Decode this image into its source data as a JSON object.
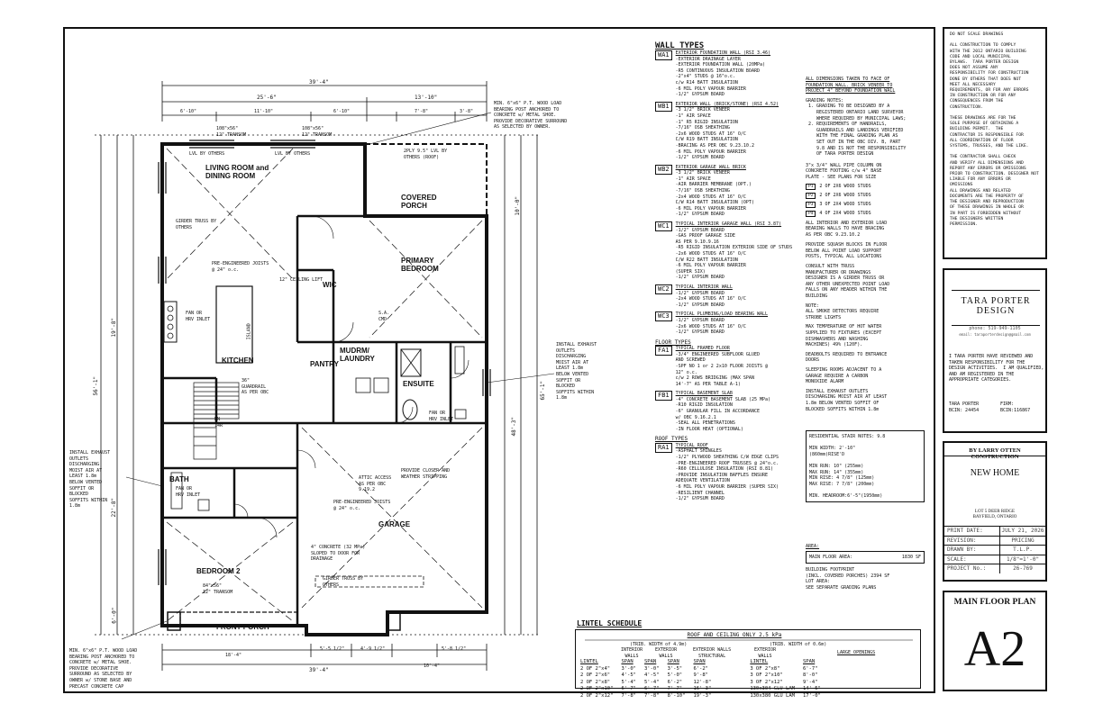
{
  "legend": {
    "wall_types_title": "WALL TYPES",
    "walls": [
      {
        "tag": "WA1",
        "title": "EXTERIOR FOUNDATION WALL (RSI 3.46)",
        "lines": [
          "-EXTERIOR DRAINAGE LAYER",
          "-EXTERIOR FOUNDATION WALL (20MPa)",
          "-R5 CONTINUOUS INSULATION BOARD",
          "-2\"x4\" STUDS @ 16\"o.c.",
          "c/w R14 BATT INSULATION",
          "-6 MIL POLY VAPOUR BARRIER",
          "-1/2\" GYPSUM BOARD"
        ]
      },
      {
        "tag": "WB1",
        "title": "EXTERIOR WALL (BRICK/STONE) (RSI 4.52)",
        "lines": [
          "-3 1/2\" BRICK VENEER",
          "-1\" AIR SPACE",
          "-1\" R5 RIGID INSULATION",
          "-7/16\" OSB SHEATHING",
          "-2x6 WOOD STUDS AT 16\" O/C",
          "C/W R19 BATT INSULATION",
          "-BRACING AS PER OBC 9.23.10.2",
          "-6 MIL POLY VAPOUR BARRIER",
          "-1/2\" GYPSUM BOARD"
        ]
      },
      {
        "tag": "WB2",
        "title": "EXTERIOR GARAGE WALL BRICK",
        "lines": [
          "-3 1/2\" BRICK VENEER",
          "-1\" AIR SPACE",
          "-AIR BARRIER MEMBRANE (OPT.)",
          "-7/16\" OSB SHEATHING",
          "-2x4 WOOD STUDS AT 16\" O/C",
          "C/W R14 BATT INSULATION (OPT)",
          "-6 MIL POLY VAPOUR BARRIER",
          "-1/2\" GYPSUM BOARD"
        ]
      },
      {
        "tag": "WC1",
        "title": "TYPICAL INTERIOR GARAGE WALL (RSI 3.87)",
        "lines": [
          "-1/2\" GYPSUM BOARD",
          "-GAS PROOF GARAGE SIDE",
          "AS PER 9.10.9.16",
          "-R5 RIGID INSULATION EXTERIOR SIDE OF STUDS",
          "-2x6 WOOD STUDS AT 16\" O/C",
          "C/W R22 BATT INSULATION",
          "-6 MIL POLY VAPOUR BARRIER",
          "(SUPER SIX)",
          "-1/2\" GYPSUM BOARD"
        ]
      },
      {
        "tag": "WC2",
        "title": "TYPICAL INTERIOR WALL",
        "lines": [
          "-1/2\" GYPSUM BOARD",
          "-2x4 WOOD STUDS AT 16\" O/C",
          "-1/2\" GYPSUM BOARD"
        ]
      },
      {
        "tag": "WC3",
        "title": "TYPICAL PLUMBING/LOAD BEARING WALL",
        "lines": [
          "-1/2\" GYPSUM BOARD",
          "-2x6 WOOD STUDS AT 16\" O/C",
          "-1/2\" GYPSUM BOARD"
        ]
      }
    ],
    "floor_types_title": "FLOOR TYPES",
    "floors": [
      {
        "tag": "FA1",
        "title": "TYPICAL FRAMED FLOOR",
        "lines": [
          "-3/4\" ENGINEERED SUBFLOOR GLUED",
          "AND SCREWED",
          "-SPF NO 1 or 2 2x10 FLOOR JOISTS @",
          "12\" o.c.",
          "c/w 2 ROWS BRIDGING (MAX SPAN",
          "14'-7\" AS PER TABLE A-1)"
        ]
      },
      {
        "tag": "FB1",
        "title": "TYPICAL BASEMENT SLAB",
        "lines": [
          "-4\" CONCRETE BASEMENT SLAB (25 MPa)",
          "-R10 RIGID INSULATION",
          "-6\" GRANULAR FILL IN ACCORDANCE",
          "w/ OBC 9.16.2.1",
          "-SEAL ALL PENETRATIONS",
          "-IN FLOOR HEAT (OPTIONAL)"
        ]
      }
    ],
    "roof_types_title": "ROOF TYPES",
    "roofs": [
      {
        "tag": "RA1",
        "title": "TYPICAL ROOF",
        "lines": [
          "-ASPHALT SHINGLES",
          "-1/2\" PLYWOOD SHEATHING C/W EDGE CLIPS",
          "-PRE-ENGINEERED ROOF TRUSSES @ 24\"o.c.",
          "-R60 CELLULOSE INSULATION (RSI 8.81)",
          "-PROVIDE INSULATION BAFFLES ENSURE",
          "ADEQUATE VENTILATION",
          "-6 MIL POLY VAPOUR BARRIER (SUPER SIX)",
          "-RESILIENT CHANNEL",
          "-1/2\" GYPSUM BOARD"
        ]
      }
    ]
  },
  "notes": {
    "dims": "ALL DIMENSIONS TAKEN TO FACE OF\nFOUNDATION WALL. BRICK VENEER TO\nPROJECT 4\" BEYOND FOUNDATION WALL",
    "grading": "GRADING NOTES:\n 1. GRADING TO BE DESIGNED BY A\n    REGISTERED ONTARIO LAND SURVEYOR\n    WHERE REQUIRED BY MUNICIPAL LAWS;\n 2. REQUIREMENTS OF HANDRAILS,\n    GUARDRAILS AND LANDINGS VERIFIED\n    WITH THE FINAL GRADING PLAN AS\n    SET OUT IN THE OBC DIV. B, PART\n    9.8 AND IS NOT THE RESPONSIBILITY\n    OF TARA PORTER DESIGN",
    "column": "3\"x 3/4\" WALL PIPE COLUMN ON\nCONCRETE FOOTING c/w 4\" BASE\nPLATE - SEE PLANS FOR SIZE",
    "studs": [
      "2 OF 2X6 WOOD STUDS",
      "2 OF 2X6 WOOD STUDS",
      "3 OF 2X4 WOOD STUDS",
      "4 OF 2X4 WOOD STUDS"
    ],
    "bracing": "ALL INTERIOR AND EXTERIOR LOAD\nBEARING WALLS TO HAVE BRACING\nAS PER OBC 9.23.10.2",
    "blocks": "PROVIDE SQUASH BLOCKS IN FLOOR\nBELOW ALL POINT LOAD SUPPORT\nPOSTS, TYPICAL ALL LOCATIONS",
    "truss": "CONSULT WITH TRUSS\nMANUFACTURER OR DRAWINGS\nDESIGNER IS A GIRDER TRUSS OR\nANY OTHER UNEXPECTED POINT LOAD\nFALLS ON ANY HEADER WITHIN THE\nBUILDING",
    "smoke": "NOTE:\nALL SMOKE DETECTORS REQUIRE\nSTROBE LIGHTS",
    "hotwater": "MAX TEMPERATURE OF HOT WATER\nSUPPLIED TO FIXTURES (EXCEPT\nDISHWASHERS AND WASHING\nMACHINES) 49% (120F).",
    "deadbolts": "DEADBOLTS REQUIRED TO ENTRANCE\nDOORS",
    "co": "SLEEPING ROOMS ADJACENT TO A\nGARAGE REQUIRE A CARBON\nMONOXIDE ALARM",
    "exhaust": "INSTALL EXHAUST OUTLETS\nDISCHARGING MOIST AIR AT LEAST\n1.8m BELOW VENTED SOFFIT OF\nBLOCKED SOFFITS WITHIN 1.8m"
  },
  "stairs": "RESIDENTIAL STAIR NOTES: 9.8\n\nMIN WIDTH: 2'-10\"\n(860mm)RISE'D\n\nMIN RUN: 10\" (255mm)\nMAX RUN: 14\" (355mm)\nMIN RISE: 4 7/8\" (125mm)\nMAX RISE: 7 7/8\" (200mm)\n\nMIN. HEADROOM:6'-5\"(1950mm)",
  "area": {
    "title": "AREA:",
    "main_label": "MAIN FLOOR AREA:",
    "main_value": "1830 SF",
    "footprint": "BUILDING FOOTPRINT\n(INCL. COVERED PORCHES) 2394 SF\nLOT AREA:\nSEE SEPARATE GRADING PLANS"
  },
  "lintel": {
    "title": "LINTEL SCHEDULE",
    "roof_title": "ROOF AND CEILING ONLY 2.5 kPa",
    "trib1": "(TRIB. WIDTH of 4.9m)",
    "trib2": "(TRIB. WIDTH of 0.6m)",
    "col_heads": [
      "INTERIOR\nWALLS",
      "EXTERIOR\nWALLS",
      "EXTERIOR WALLS\nSTRUCTURAL",
      "EXTERIOR\nWALLS"
    ],
    "large": "LARGE OPENINGS",
    "sub": [
      "LINTEL",
      "SPAN",
      "SPAN",
      "SPAN",
      "SPAN",
      "LINTEL",
      "SPAN"
    ],
    "rows": [
      [
        "2 OF 2\"x4\"",
        "3'-0\"",
        "3'-0\"",
        "3'-5\"",
        "6'-2\"",
        "3 OF 2\"x8\"",
        "6'-7\""
      ],
      [
        "2 OF 2\"x6\"",
        "4'-5\"",
        "4'-5\"",
        "5'-0\"",
        "9'-8\"",
        "3 OF 2\"x10\"",
        "8'-0\""
      ],
      [
        "2 OF 2\"x8\"",
        "5'-4\"",
        "5'-4\"",
        "6'-2\"",
        "12'-8\"",
        "3 OF 2\"x12\"",
        "9'-4\""
      ],
      [
        "2 OF 2\"x10\"",
        "6'-7\"",
        "6'-7\"",
        "7'-7\"",
        "16'-3\"",
        "130x304 GLU LAM",
        "14'-5\""
      ],
      [
        "2 OF 2\"x12\"",
        "7'-8\"",
        "7'-8\"",
        "8'-10\"",
        "19'-3\"",
        "130x380 GLU LAM",
        "17'-0\""
      ]
    ]
  },
  "sidebar": {
    "disclaimer": "DO NOT SCALE DRAWINGS\n\nALL CONSTRUCTION TO COMPLY\nWITH THE 2012 ONTARIO BUILDING\nCODE AND LOCAL MUNICIPAL\nBYLAWS.  TARA PORTER DESIGN\nDOES NOT ASSUME ANY\nRESPONSIBILITY FOR CONSTRUCTION\nDONE BY OTHERS THAT DOES NOT\nMEET ALL NECESSARY\nREQUIREMENTS, OR FOR ANY ERRORS\nIN CONSTRUCTION OR FOR ANY\nCONSEQUENCES FROM THE\nCONSTRUCTION.\n\nTHESE DRAWINGS ARE FOR THE\nSOLE PURPOSE OF OBTAINING A\nBUILDING PERMIT.  THE\nCONTRACTOR IS RESPONSIBLE FOR\nALL COORDINATION OF FLOOR\nSYSTEMS, TRUSSES, AND THE LIKE.\n\nTHE CONTRACTOR SHALL CHECK\nAND VERIFY ALL DIMENSIONS AND\nREPORT ANY ERRORS OR OMISSIONS\nPRIOR TO CONSTRUCTION. DESIGNER NOT\nLIABLE FOR ANY ERRORS OR\nOMISSIONS\nALL DRAWINGS AND RELATED\nDOCUMENTS ARE THE PROPERTY OF\nTHE DESIGNER AND REPRODUCTION\nOF THESE DRAWINGS IN WHOLE OR\nIN PART IS FORBIDDEN WITHOUT\nTHE DESIGNERS WRITTEN\nPERMISSION.",
    "logo_line1": "TARA PORTER",
    "logo_line2": "DESIGN",
    "phone": "phone: 519-949-1105",
    "email": "email: taraporterdesign@gmail.com",
    "statement": "I TARA PORTER HAVE REVIEWED AND\nTAKEN RESPONSIBILITY FOR THE\nDESIGN ACTIVITIES.  I AM QUALIFIED,\nAND AM REGISTERED IN THE\nAPPROPRIATE CATEGORIES.",
    "bcin_name": "TARA PORTER\nBCIN: 24454",
    "bcin_firm": "FIRM:\nBCIN:116867",
    "builder": "BY LARRY OTTEN CONSTRUCTION",
    "project": "NEW HOME",
    "address": "LOT 5 DEER RIDGE\nBAYFIELD, ONTARIO",
    "info": [
      {
        "label": "PRINT DATE:",
        "value": "JULY 21, 2026"
      },
      {
        "label": "REVISION:",
        "value": "PRICING"
      },
      {
        "label": "DRAWN BY:",
        "value": "T.L.P."
      },
      {
        "label": "SCALE:",
        "value": "1/8\"=1'-0\""
      },
      {
        "label": "PROJECT No.:",
        "value": "26-769"
      }
    ],
    "sheet_title": "MAIN FLOOR PLAN",
    "sheet_no": "A2"
  },
  "plan": {
    "rooms": {
      "living": "LIVING ROOM and\nDINING ROOM",
      "covered": "COVERED\nPORCH",
      "primary": "PRIMARY\nBEDROOM",
      "wic": "WIC",
      "mudrm": "MUDRM/\nLAUNDRY",
      "pantry": "PANTRY",
      "kitchen": "KITCHEN",
      "ensuite": "ENSUITE",
      "bath": "BATH",
      "garage": "GARAGE",
      "bedroom2": "BEDROOM 2",
      "frontporch": "FRONT PORCH"
    },
    "dims": {
      "top_total": "39'-4\"",
      "top_a": "25'-6\"",
      "top_b": "13'-10\"",
      "top_c1": "6'-10\"",
      "top_c2": "11'-10\"",
      "top_c3": "6'-10\"",
      "top_c4": "7'-8\"",
      "top_c5": "3'-8\"",
      "bot_total": "39'-4\"",
      "bot_a": "18'-4\"",
      "bot_b": "10'-4\"",
      "bot_c": "5'-5 1/2\"",
      "bot_d": "4'-9 1/2\"",
      "bot_e": "5'-8 1/2\"",
      "left_total": "56'-1\"",
      "left_a": "19'-8\"",
      "left_b": "22'-8\"",
      "left_c": "6'-0\"",
      "right_total": "65'-1\"",
      "right_a": "48'-3\"",
      "right_b": "10'-0\""
    },
    "labels": {
      "transom1": "108\"x56\"\n12\" TRANSOM",
      "transom2": "108\"x56\"\n12\" TRANSOM",
      "lvl1": "LVL BY OTHERS",
      "lvl2": "LVL BY OTHERS",
      "lvl3": "2PLY 9.5\" LVL BY\nOTHERS (ROOF)",
      "girder1": "GIRDER TRUSS BY\nOTHERS",
      "joists1": "PRE-ENGINEERED JOISTS\n@ 24\" o.c.",
      "lift": "12\" CEILING LIFT",
      "island": "ISLAND",
      "fan1": "FAN OR\nHRV INLET",
      "fan2": "FAN OR\nHRV INLET",
      "fan3": "FAN OR\nHRV INLET",
      "guardrail": "36\"\nGUARDRAIL\nAS PER OBC",
      "attic": "ATTIC ACCESS\nAS PER OBC\n9.19.2",
      "closer": "PROVIDE CLOSER AND\nWEATHER STRIPPING",
      "joists2": "PRE-ENGINEERED JOISTS\n@ 24\" o.c.",
      "slab": "4\" CONCRETE (32 MPa)\nSLOPED TO DOOR FOR\nDRAINAGE",
      "girder2": "GIRDER TRUSS BY\nOTHERS",
      "sa": "S.A.\nCMD",
      "transom3": "84\"x56\"\n12\" TRANSOM",
      "top_note": "MIN. 6\"x6\" P.T. WOOD LOAD\nBEARING POST ANCHORED TO\nCONCRETE w/ METAL SHOE.\nPROVIDE DECORATIVE SURROUND\nAS SELECTED BY OWNER.",
      "bottom_note": "MIN. 6\"x6\" P.T. WOOD LOAD\nBEARING POST ANCHORED TO\nCONCRETE w/ METAL SHOE.\nPROVIDE DECORATIVE\nSURROUND AS SELECTED BY\nOWNER w/ STONE BASE AND\nPRECAST CONCRETE CAP",
      "left_exhaust": "INSTALL EXHAUST\nOUTLETS\nDISCHARGING\nMOIST AIR AT\nLEAST 1.8m\nBELOW VENTED\nSOFFIT OR\nBLOCKED\nSOFFITS WITHIN\n1.8m",
      "right_exhaust": "INSTALL EXHAUST\nOUTLETS\nDISCHARGING\nMOIST AIR AT\nLEAST 1.8m\nBELOW VENTED\nSOFFIT OR\nBLOCKED\nSOFFITS WITHIN\n1.8m",
      "dn": "DN\n14R"
    }
  }
}
